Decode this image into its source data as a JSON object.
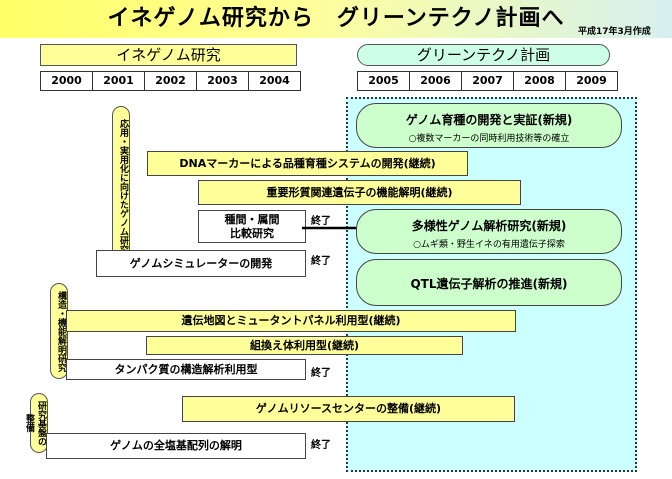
{
  "header": {
    "title": "イネゲノム研究から　グリーンテクノ計画へ",
    "created": "平成17年3月作成"
  },
  "periods": {
    "left": "イネゲノム研究",
    "right": "グリーンテクノ計画"
  },
  "years_left": [
    "2000",
    "2001",
    "2002",
    "2003",
    "2004"
  ],
  "years_right": [
    "2005",
    "2006",
    "2007",
    "2008",
    "2009"
  ],
  "categories": {
    "applied": "応用・実用化に向けたゲノム研究",
    "structure": "構造・機能解明研究",
    "infra": "研究基盤の整備"
  },
  "bars": {
    "dna": "DNAマーカーによる品種育種システムの開発(継続)",
    "trait": "重要形質関連遺伝子の機能解明(継続)",
    "comparative": "種間・属間\n比較研究",
    "simulator": "ゲノムシミュレーターの開発",
    "genetic_map": "遺伝地図とミュータントパネル利用型(継続)",
    "recombinant": "組換え体利用型(継続)",
    "protein": "タンパク質の構造解析利用型",
    "resource": "ゲノムリソースセンターの整備(継続)",
    "sequence": "ゲノムの全塩基配列の解明"
  },
  "done_label": "終了",
  "projects": {
    "genome_title": "ゲノム育種の開発と実証(新規)",
    "genome_sub": "○複数マーカーの同時利用技術等の確立",
    "diversity_title": "多様性ゲノム解析研究(新規)",
    "diversity_sub": "○ムギ類・野生イネの有用遺伝子探索",
    "qtl_title": "QTL遺伝子解析の推進(新規)"
  }
}
